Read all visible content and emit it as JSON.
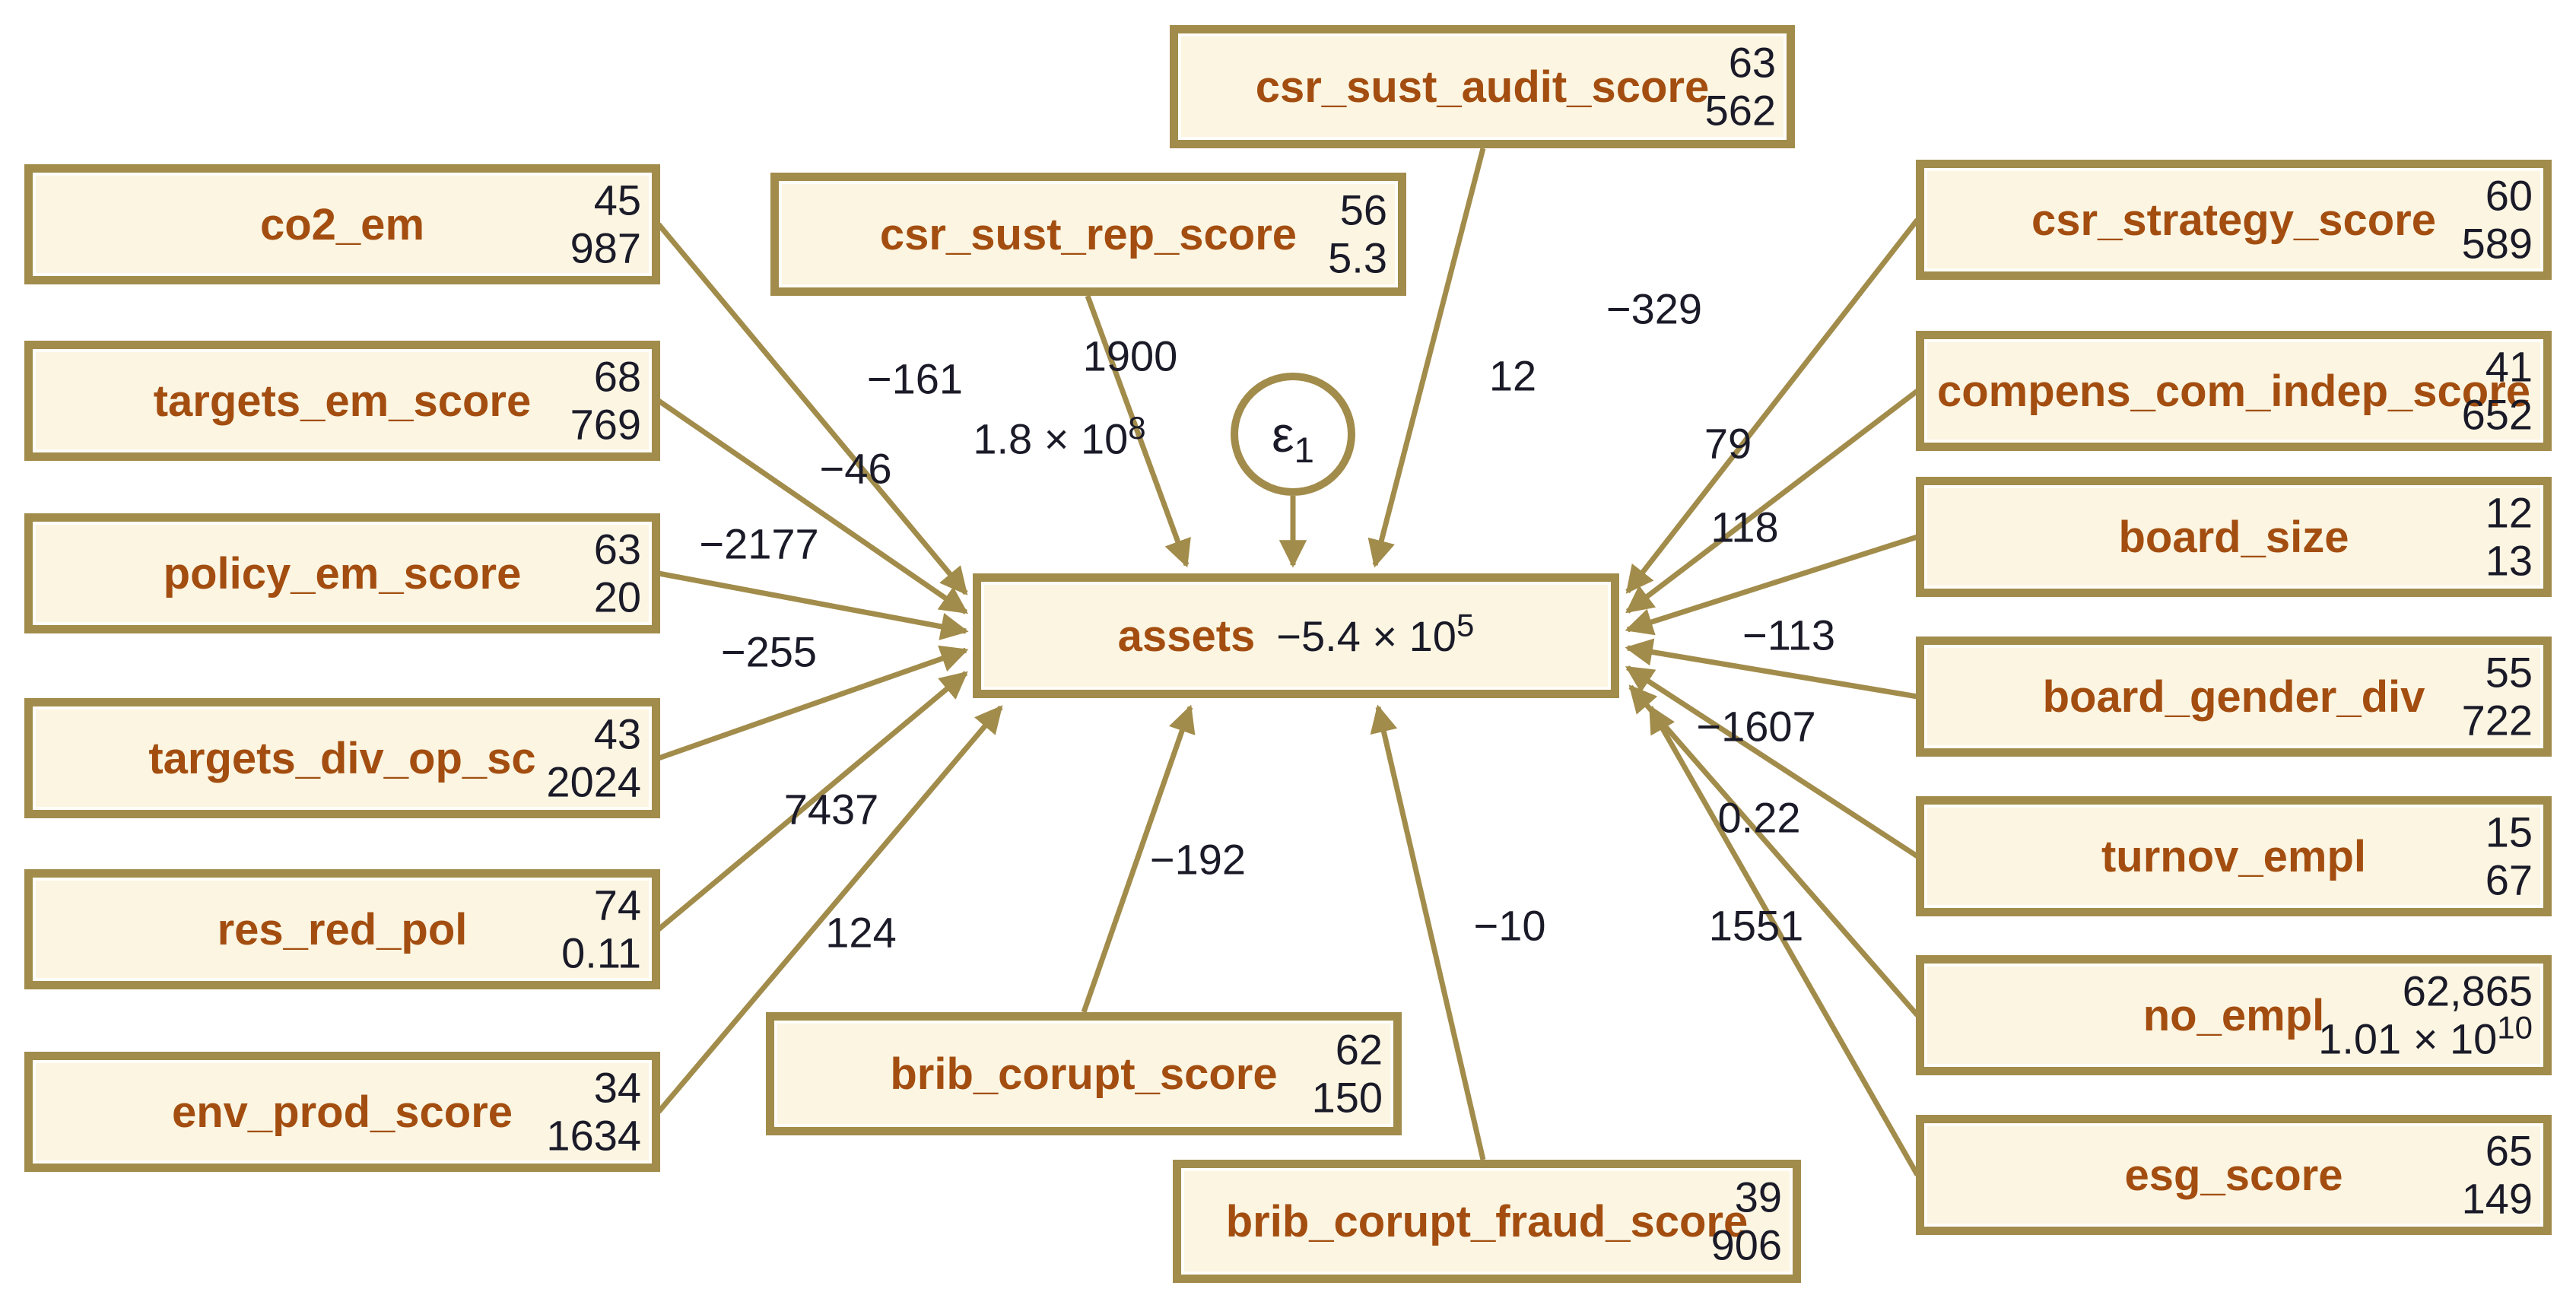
{
  "colors": {
    "background": "#FFFFFF",
    "box_fill": "#FBF5E2",
    "box_border": "#A28C4B",
    "arrow": "#A28C4B",
    "variable_label": "#A34E10",
    "value_text": "#1A1A28"
  },
  "center": {
    "label": "assets",
    "value_base": "−5.4 × 10",
    "value_exp": "5"
  },
  "error_term": {
    "symbol": "ε",
    "subscript": "1",
    "variance_base": "1.8 × 10",
    "variance_exp": "8"
  },
  "nodes": {
    "co2_em": {
      "label": "co2_em",
      "value1": "45",
      "value2": "987",
      "coef": "−161"
    },
    "targets_em_score": {
      "label": "targets_em_score",
      "value1": "68",
      "value2": "769",
      "coef": "−46"
    },
    "policy_em_score": {
      "label": "policy_em_score",
      "value1": "63",
      "value2": "20",
      "coef": "−2177"
    },
    "targets_div_op_sc": {
      "label": "targets_div_op_sc",
      "value1": "43",
      "value2": "2024",
      "coef": "−255"
    },
    "res_red_pol": {
      "label": "res_red_pol",
      "value1": "74",
      "value2": "0.11",
      "coef": "7437"
    },
    "env_prod_score": {
      "label": "env_prod_score",
      "value1": "34",
      "value2": "1634",
      "coef": "124"
    },
    "csr_sust_rep_score": {
      "label": "csr_sust_rep_score",
      "value1": "56",
      "value2": "5.3",
      "coef": "1900"
    },
    "csr_sust_audit_score": {
      "label": "csr_sust_audit_score",
      "value1": "63",
      "value2": "562",
      "coef": "12"
    },
    "csr_strategy_score": {
      "label": "csr_strategy_score",
      "value1": "60",
      "value2": "589",
      "coef": "−329"
    },
    "compens_com_indep_score": {
      "label": "compens_com_indep_score",
      "value1": "41",
      "value2": "652",
      "coef": "79"
    },
    "board_size": {
      "label": "board_size",
      "value1": "12",
      "value2": "13",
      "coef": "118"
    },
    "board_gender_div": {
      "label": "board_gender_div",
      "value1": "55",
      "value2": "722",
      "coef": "−113"
    },
    "turnov_empl": {
      "label": "turnov_empl",
      "value1": "15",
      "value2": "67",
      "coef": "−1607"
    },
    "no_empl": {
      "label": "no_empl",
      "value1": "62,865",
      "value2_base": "1.01 × 10",
      "value2_exp": "10",
      "coef": "0.22"
    },
    "esg_score": {
      "label": "esg_score",
      "value1": "65",
      "value2": "149",
      "coef": "1551"
    },
    "brib_corupt_score": {
      "label": "brib_corupt_score",
      "value1": "62",
      "value2": "150",
      "coef": "−192"
    },
    "brib_corupt_fraud_score": {
      "label": "brib_corupt_fraud_score",
      "value1": "39",
      "value2": "906",
      "coef": "−10"
    }
  }
}
